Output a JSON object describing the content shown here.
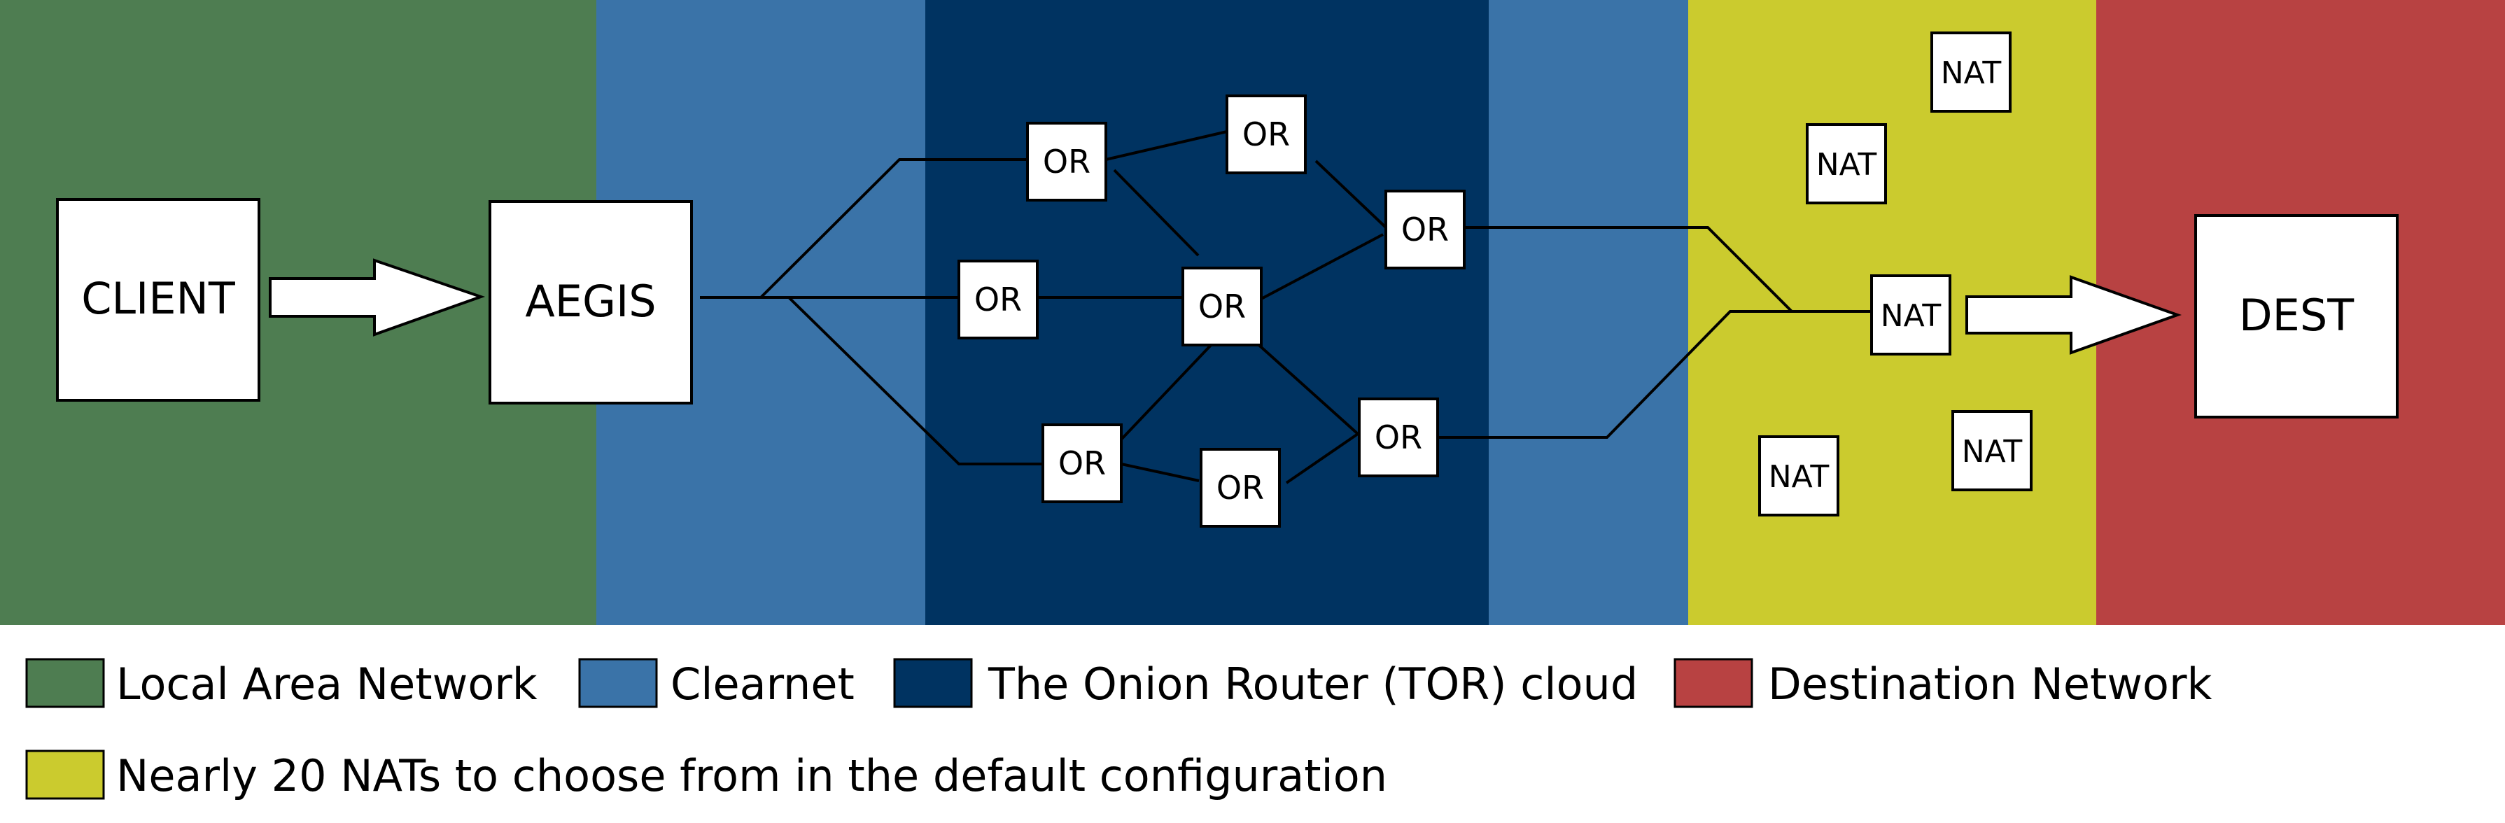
{
  "zones": [
    {
      "key": "lan",
      "color": "#4e7d51"
    },
    {
      "key": "clearnet",
      "color": "#3a73a8"
    },
    {
      "key": "tor",
      "color": "#003361"
    },
    {
      "key": "clearnet2",
      "color": "#3a73a8"
    },
    {
      "key": "nat",
      "color": "#cbcb2e"
    },
    {
      "key": "dest",
      "color": "#b84242"
    }
  ],
  "nodes": {
    "client": "CLIENT",
    "aegis": "AEGIS",
    "dest": "DEST",
    "onion_router": "OR",
    "nat": "NAT"
  },
  "legend": [
    {
      "label": "Local Area Network",
      "color": "#4e7d51"
    },
    {
      "label": "Clearnet",
      "color": "#3a73a8"
    },
    {
      "label": "The Onion Router (TOR) cloud",
      "color": "#003361"
    },
    {
      "label": "Destination Network",
      "color": "#b84242"
    },
    {
      "label": "Nearly 20 NATs to choose from in the default configuration",
      "color": "#cbcb2e"
    }
  ]
}
